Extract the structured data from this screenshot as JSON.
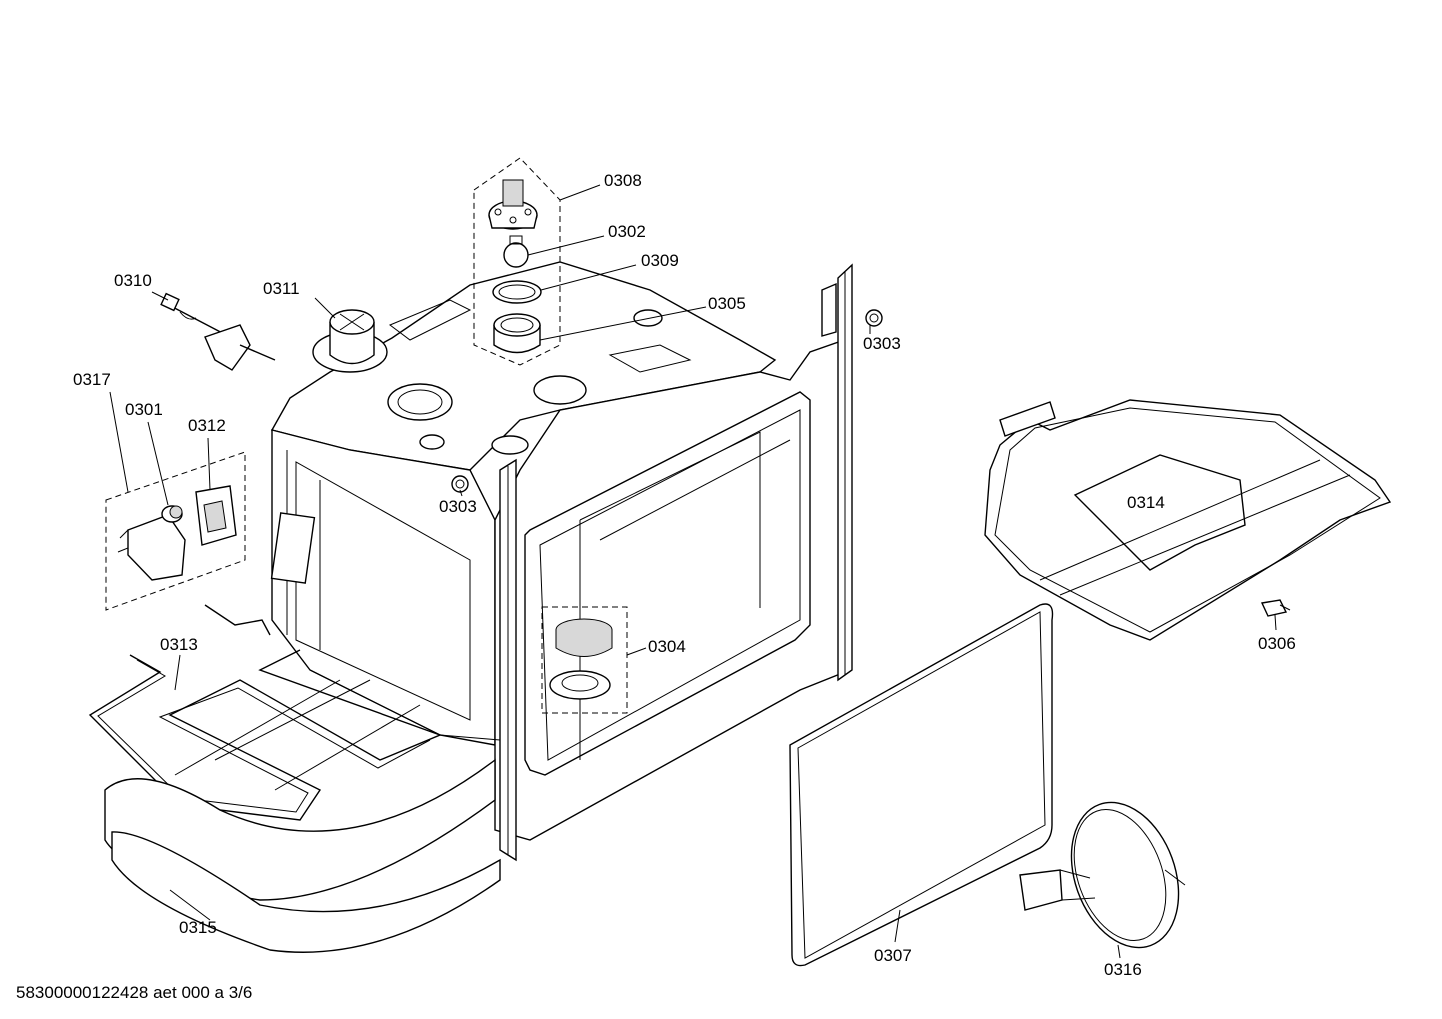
{
  "parts": [
    {
      "id": "0308",
      "label": "0308"
    },
    {
      "id": "0302",
      "label": "0302"
    },
    {
      "id": "0309",
      "label": "0309"
    },
    {
      "id": "0305",
      "label": "0305"
    },
    {
      "id": "0310",
      "label": "0310"
    },
    {
      "id": "0311",
      "label": "0311"
    },
    {
      "id": "0303a",
      "label": "0303"
    },
    {
      "id": "0317",
      "label": "0317"
    },
    {
      "id": "0301",
      "label": "0301"
    },
    {
      "id": "0312",
      "label": "0312"
    },
    {
      "id": "0303b",
      "label": "0303"
    },
    {
      "id": "0314",
      "label": "0314"
    },
    {
      "id": "0313",
      "label": "0313"
    },
    {
      "id": "0304",
      "label": "0304"
    },
    {
      "id": "0306",
      "label": "0306"
    },
    {
      "id": "0315",
      "label": "0315"
    },
    {
      "id": "0307",
      "label": "0307"
    },
    {
      "id": "0316",
      "label": "0316"
    }
  ],
  "footer": {
    "document_code": "58300000122428 aet 000 a 3/6"
  }
}
